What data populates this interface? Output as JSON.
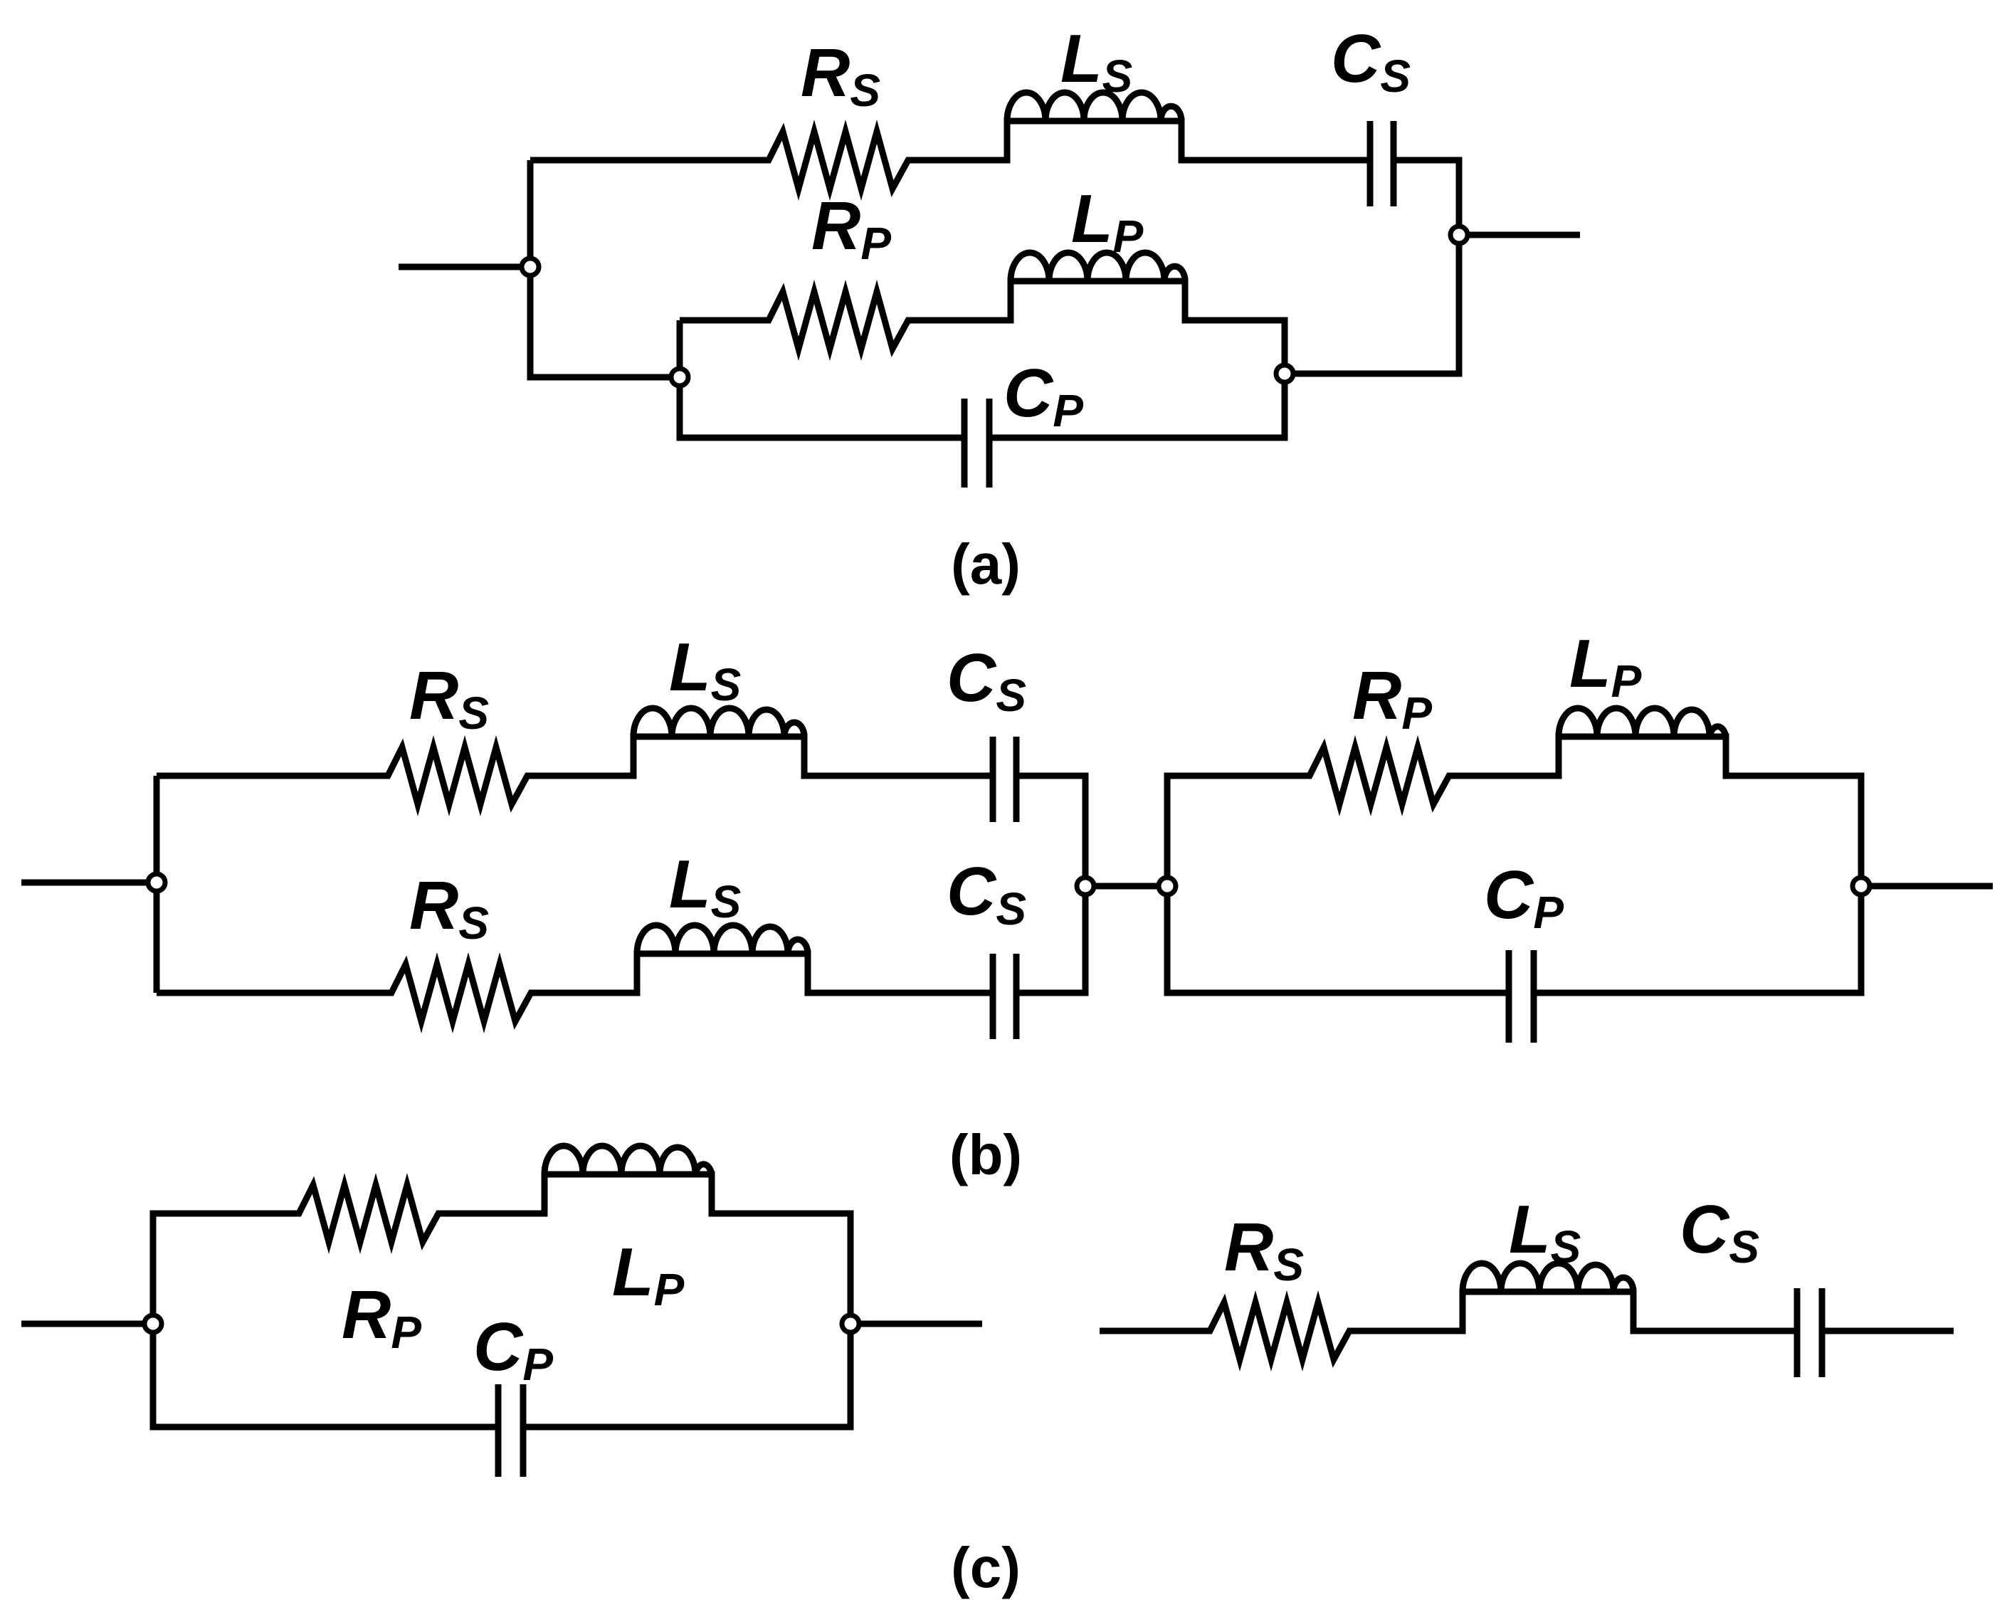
{
  "labels": {
    "R": "R",
    "L": "L",
    "C": "C",
    "sub_series": "S",
    "sub_parallel": "P"
  },
  "captions": {
    "a": "(a)",
    "b": "(b)",
    "c": "(c)"
  },
  "colors": {
    "ink": "#000000",
    "background": "#ffffff"
  }
}
